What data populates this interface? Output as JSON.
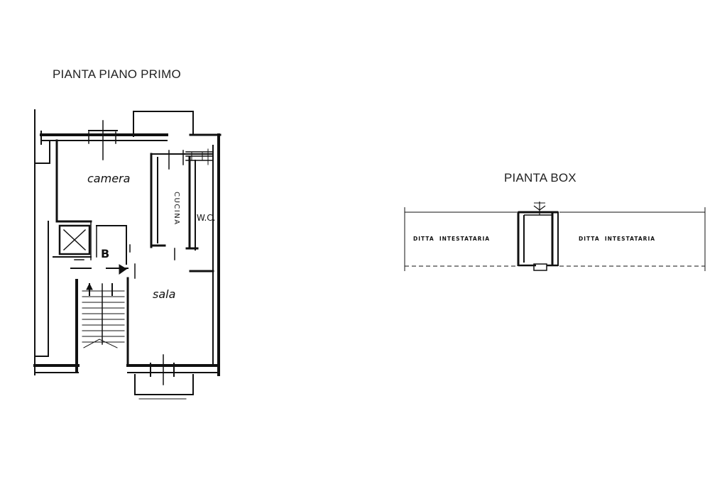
{
  "plans": {
    "primo": {
      "title": "PIANTA PIANO PRIMO",
      "rooms": {
        "camera": "camera",
        "cucina": "CUCINA",
        "wc": "W.C.",
        "ripostiglio": "B",
        "sala": "sala"
      }
    },
    "box": {
      "title": "PIANTA BOX",
      "neighbors": {
        "left": "DITTA  INTESTATARIA",
        "right": "DITTA  INTESTATARIA"
      }
    }
  }
}
